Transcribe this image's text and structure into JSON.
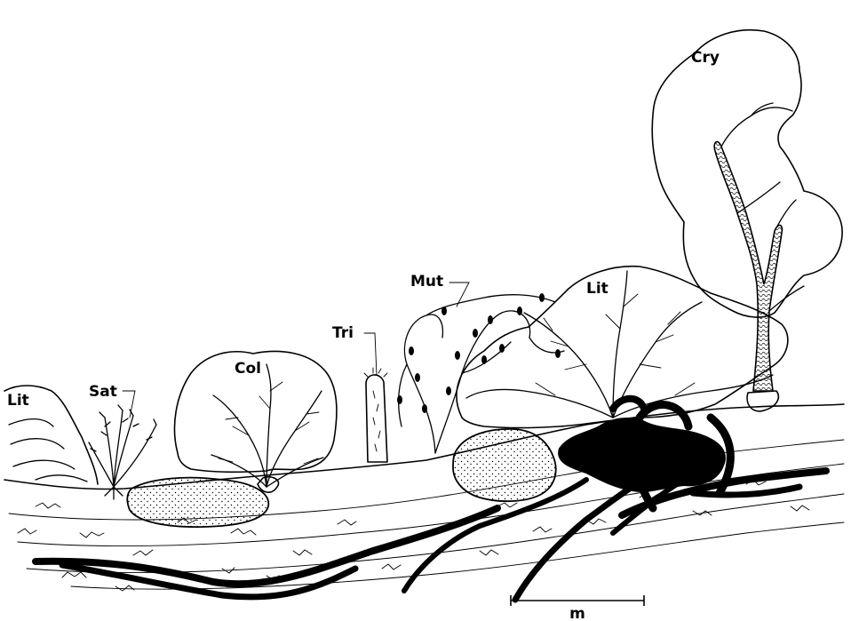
{
  "labels": {
    "lit_left": "Lit",
    "sat": "Sat",
    "col": "Col",
    "tri": "Tri",
    "mut": "Mut",
    "lit_right": "Lit",
    "cry": "Cry"
  },
  "scale_bar": {
    "unit": "m"
  },
  "colors": {
    "ink": "#000000",
    "paper": "#ffffff"
  }
}
